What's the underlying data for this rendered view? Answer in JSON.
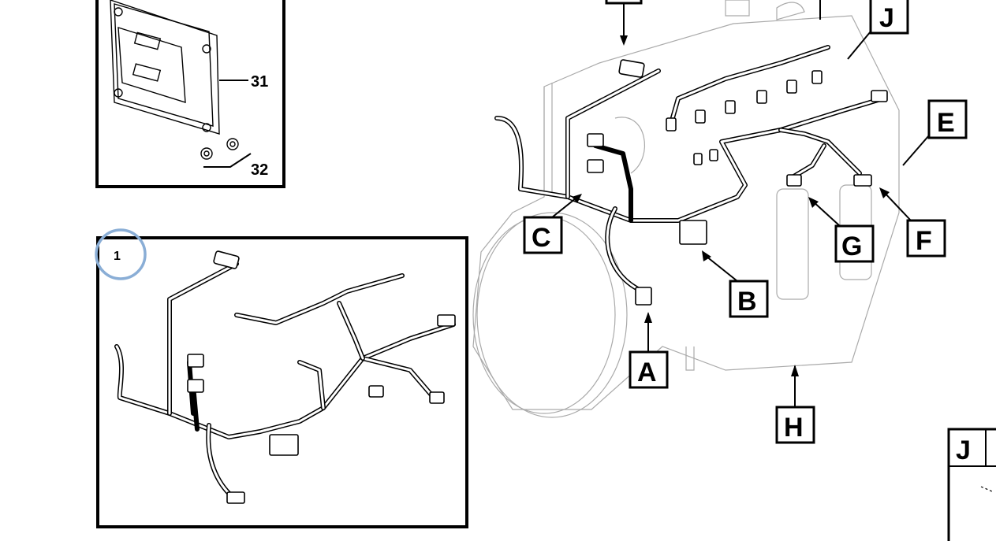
{
  "callouts": {
    "a": "A",
    "b": "B",
    "c": "C",
    "e": "E",
    "f": "F",
    "g": "G",
    "h": "H",
    "j_top": "J",
    "j_corner": "J"
  },
  "part_numbers": {
    "ecu": "31",
    "washers": "32",
    "harness": "1"
  },
  "colors": {
    "item_circle": "#8aaed6",
    "line": "#000000",
    "ghost_line": "#aaaaaa"
  }
}
